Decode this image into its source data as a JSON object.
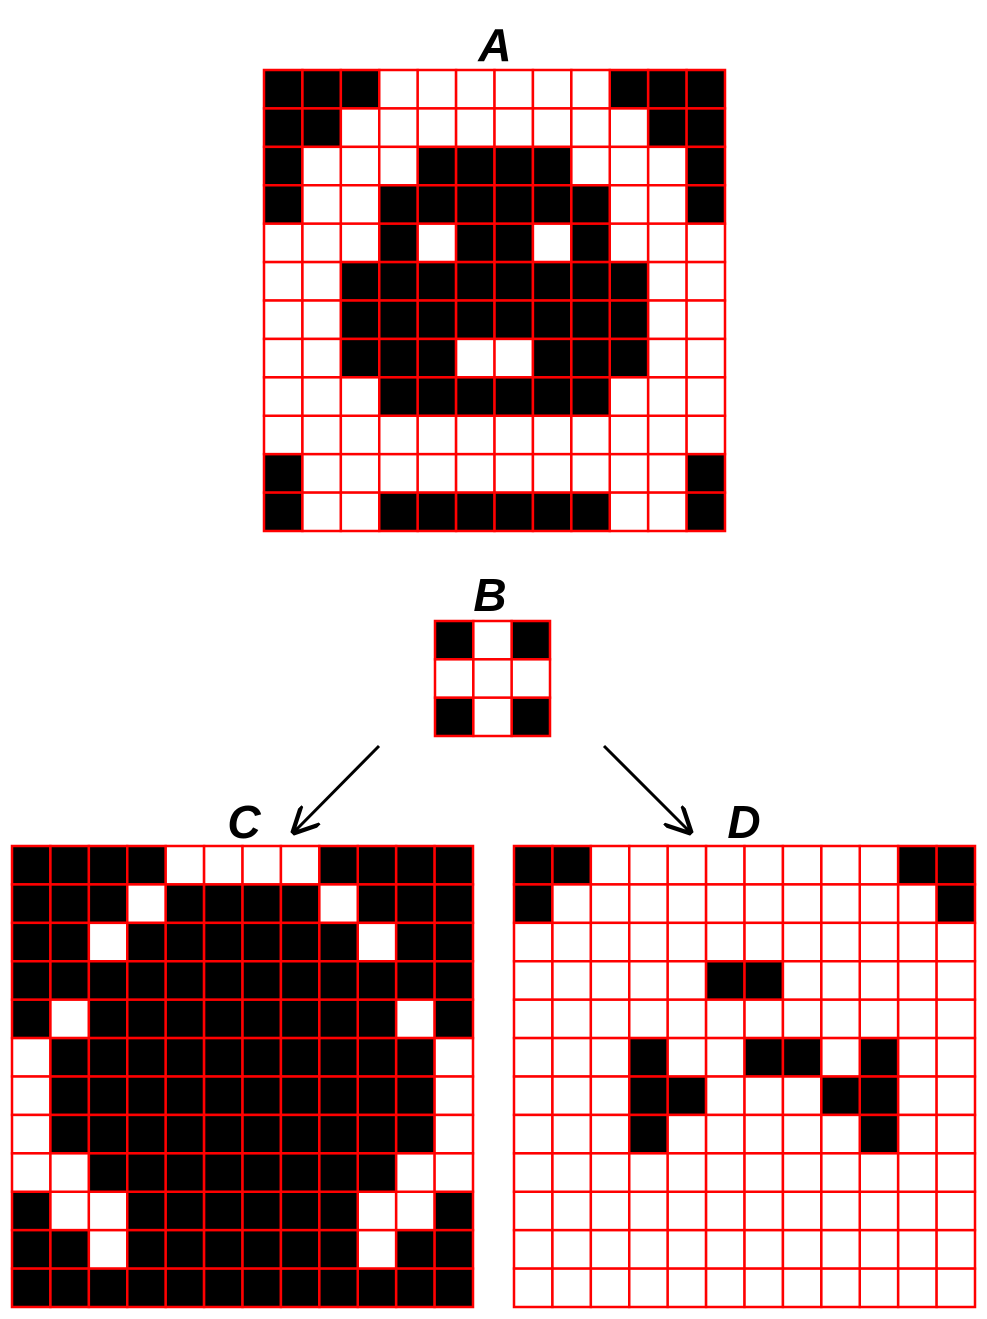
{
  "colors": {
    "filled": "#000000",
    "empty": "#ffffff",
    "gridline": "#ff0000",
    "arrow": "#000000"
  },
  "panels": {
    "A": {
      "label": "A",
      "rows": [
        "111000000111",
        "110000000011",
        "100011110001",
        "100111111001",
        "000101101000",
        "001111111100",
        "001111111100",
        "001110011100",
        "000111111000",
        "000000000000",
        "100000000001",
        "100111111001"
      ]
    },
    "B": {
      "label": "B",
      "rows": [
        "101",
        "000",
        "101"
      ]
    },
    "C": {
      "label": "C",
      "rows": [
        "111100001111",
        "111011110111",
        "110111111011",
        "111111111111",
        "101111111101",
        "011111111110",
        "011111111110",
        "011111111110",
        "001111111100",
        "100111111001",
        "110111111011",
        "111111111111"
      ]
    },
    "D": {
      "label": "D",
      "rows": [
        "110000000011",
        "100000000001",
        "000000000000",
        "000001100000",
        "000000000000",
        "000100110100",
        "000110001100",
        "000100000100",
        "000000000000",
        "000000000000",
        "000000000000",
        "000000000000"
      ]
    }
  }
}
